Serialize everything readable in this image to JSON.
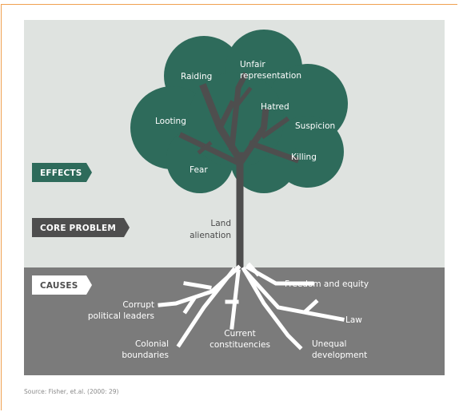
{
  "legend": {
    "effects": "EFFECTS",
    "core_problem": "CORE PROBLEM",
    "causes": "CAUSES"
  },
  "effects": {
    "raiding": "Raiding",
    "unfair_line1": "Unfair",
    "unfair_line2": "representation",
    "hatred": "Hatred",
    "looting": "Looting",
    "suspicion": "Suspicion",
    "killing": "Killing",
    "fear": "Fear"
  },
  "core_problem": {
    "line1": "Land",
    "line2": "alienation"
  },
  "causes": {
    "freedom": "Freedom and equity",
    "corrupt_line1": "Corrupt",
    "corrupt_line2": "political leaders",
    "law": "Law",
    "current_line1": "Current",
    "current_line2": "constituencies",
    "colonial_line1": "Colonial",
    "colonial_line2": "boundaries",
    "unequal_line1": "Unequal",
    "unequal_line2": "development"
  },
  "source": "Source: Fisher, et.al. (2000: 29)",
  "colors": {
    "sky": "#dfe3e0",
    "ground": "#7b7b7b",
    "canopy": "#2e6b5b",
    "trunk": "#4e4e4e",
    "effects_tag": "#2e6b5b",
    "core_tag": "#4e4e4e",
    "causes_tag": "#ffffff",
    "roots": "#ffffff"
  }
}
